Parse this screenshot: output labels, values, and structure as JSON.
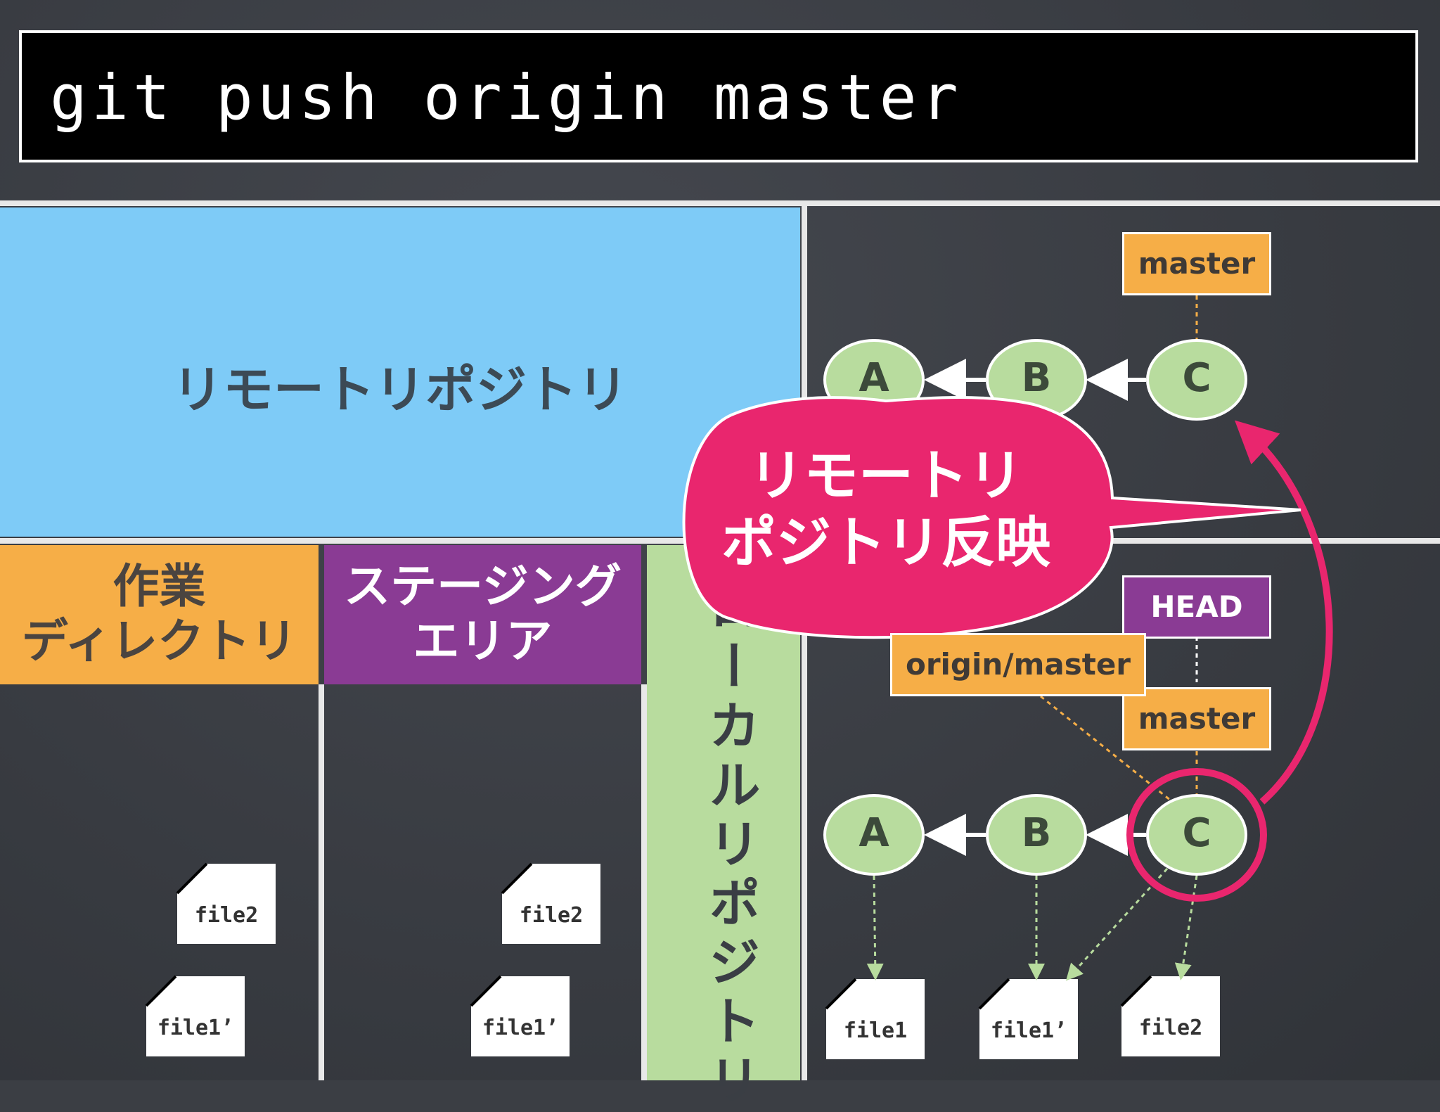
{
  "command": "git push origin master",
  "areas": {
    "remote": "リモートリポジトリ",
    "working_dir_line1": "作業",
    "working_dir_line2": "ディレクトリ",
    "staging_line1": "ステージング",
    "staging_line2": "エリア",
    "local": "ローカルリポジトリ"
  },
  "remote_commits": [
    "A",
    "B",
    "C"
  ],
  "local_commits": [
    "A",
    "B",
    "C"
  ],
  "tags": {
    "remote_master": "master",
    "head": "HEAD",
    "origin_master": "origin/master",
    "local_master": "master"
  },
  "callout_line1": "リモートリ",
  "callout_line2": "ポジトリ反映",
  "files": {
    "wd": [
      "file2",
      "file1’"
    ],
    "stage": [
      "file2",
      "file1’"
    ],
    "local": [
      "file1",
      "file1’",
      "file2"
    ]
  },
  "colors": {
    "remote": "#7ecbf7",
    "working_dir": "#f6ae47",
    "staging": "#8a3b94",
    "local": "#b8dc9e",
    "commit": "#b8dc9e",
    "callout": "#e9266e"
  }
}
